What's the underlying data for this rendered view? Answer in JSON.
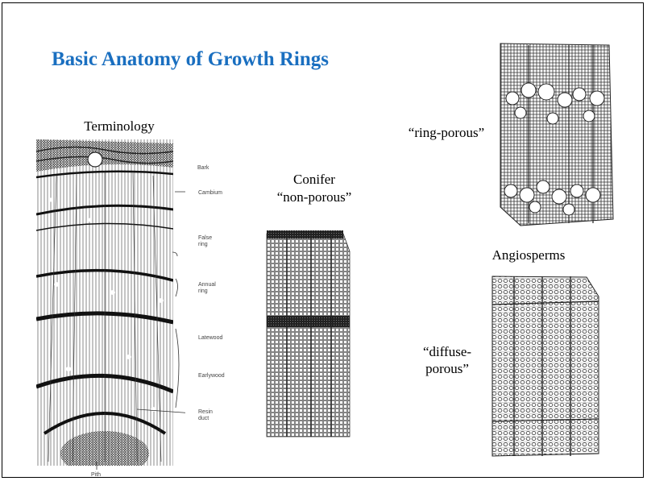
{
  "slide": {
    "title": "Basic Anatomy of Growth Rings"
  },
  "labels": {
    "terminology": "Terminology",
    "conifer": "Conifer",
    "non_porous": "“non-porous”",
    "ring_porous": "“ring-porous”",
    "angiosperms": "Angiosperms",
    "diffuse_1": "“diffuse-",
    "diffuse_2": "porous”"
  },
  "terminology_diagram": {
    "bark": "Bark",
    "cambium": "Cambium",
    "false_ring_1": "False",
    "false_ring_2": "ring",
    "annual_ring_1": "Annual",
    "annual_ring_2": "ring",
    "latewood": "Latewood",
    "earlywood": "Earlywood",
    "resin_duct_1": "Resin",
    "resin_duct_2": "duct",
    "pith": "Pith"
  }
}
